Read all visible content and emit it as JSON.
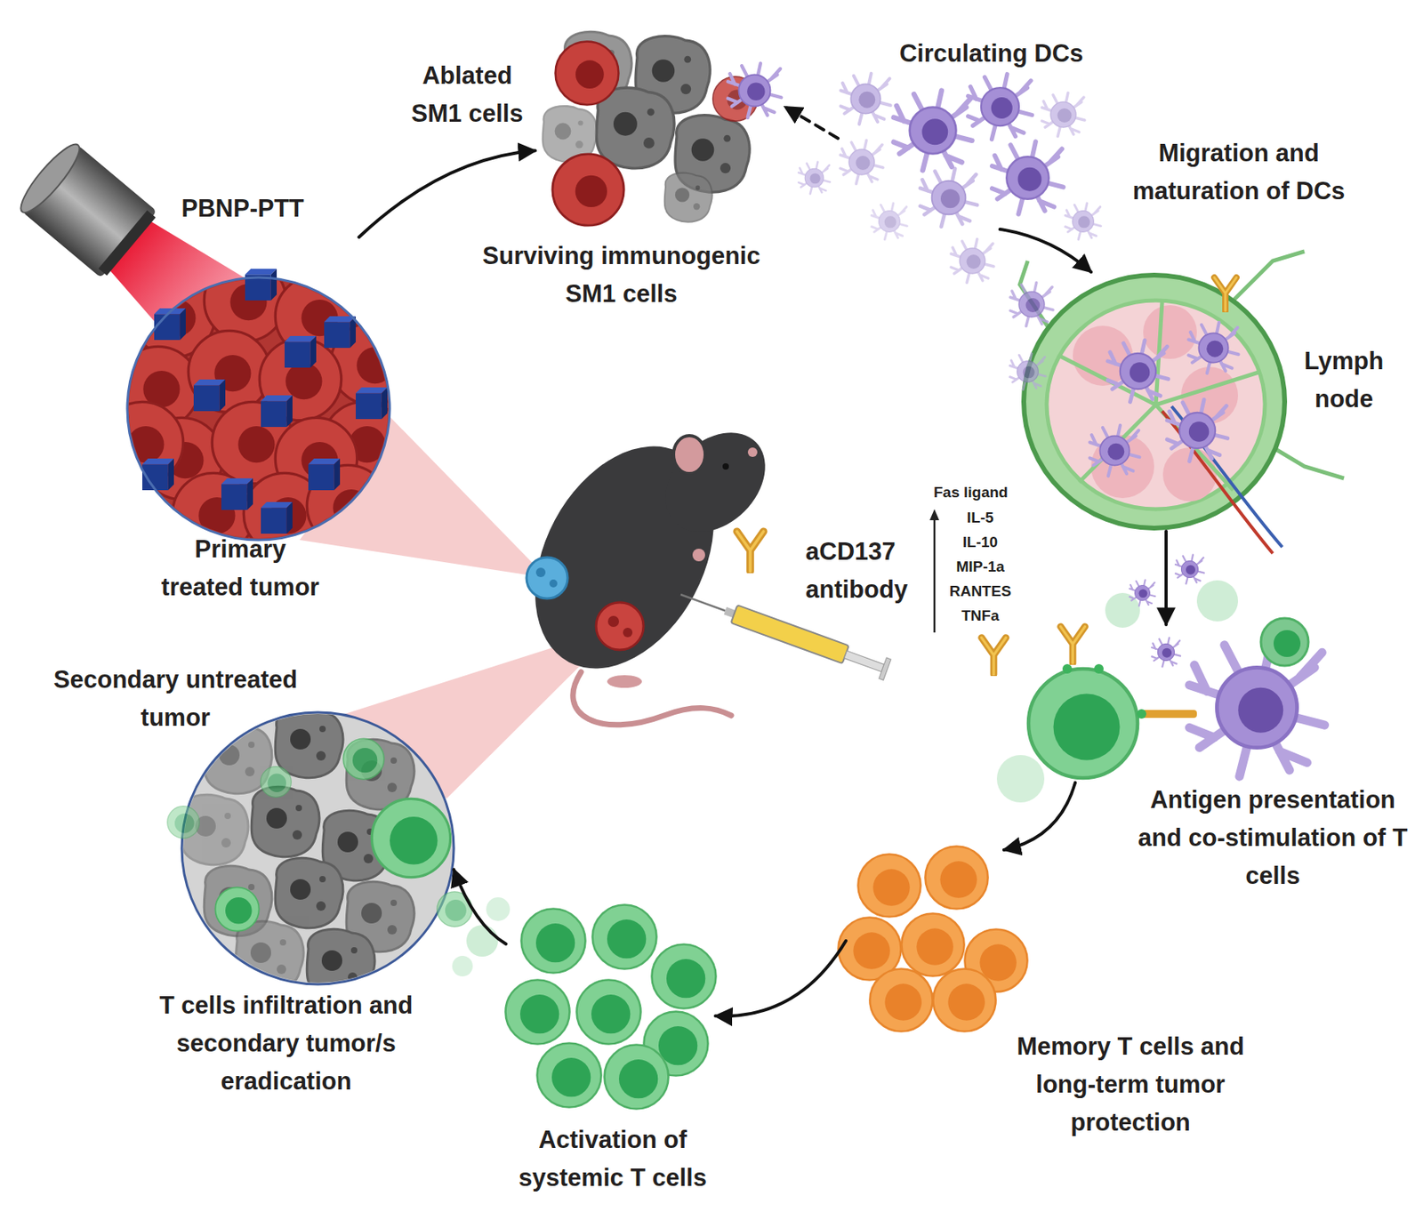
{
  "diagram": {
    "nodes": [
      {
        "text": [
          "PBNP-PTT",
          "Primary treated tumor"
        ]
      },
      {
        "text": [
          "Ablated SM1 cells",
          "Surviving immunogenic SM1 cells"
        ]
      },
      {
        "text": [
          "Circulating DCs"
        ]
      },
      {
        "text": [
          "Migration and maturation of DCs",
          "Lymph node"
        ]
      },
      {
        "text": [
          "Antigen presentation and co-stimulation of T cells"
        ]
      },
      {
        "text": [
          "Memory T cells and long-term tumor protection"
        ]
      },
      {
        "text": [
          "Activation of systemic T cells"
        ]
      },
      {
        "text": [
          "Secondary untreated tumor",
          "T cells infiltration and secondary tumor/s eradication"
        ]
      }
    ],
    "edges": [
      {
        "from": 0,
        "to": 1,
        "arrow": "to"
      },
      {
        "from": 2,
        "to": 1,
        "arrow": "to"
      },
      {
        "from": 2,
        "to": 3,
        "arrow": "to"
      },
      {
        "from": 3,
        "to": 4,
        "arrow": "to"
      },
      {
        "from": 4,
        "to": 5,
        "arrow": "to"
      },
      {
        "from": 5,
        "to": 6,
        "arrow": "to"
      },
      {
        "from": 6,
        "to": 7,
        "arrow": "to"
      }
    ],
    "labels": [
      "aCD137 antibody",
      "Fas ligand",
      "IL-5",
      "IL-10",
      "MIP-1a",
      "RANTES",
      "TNFa"
    ]
  }
}
